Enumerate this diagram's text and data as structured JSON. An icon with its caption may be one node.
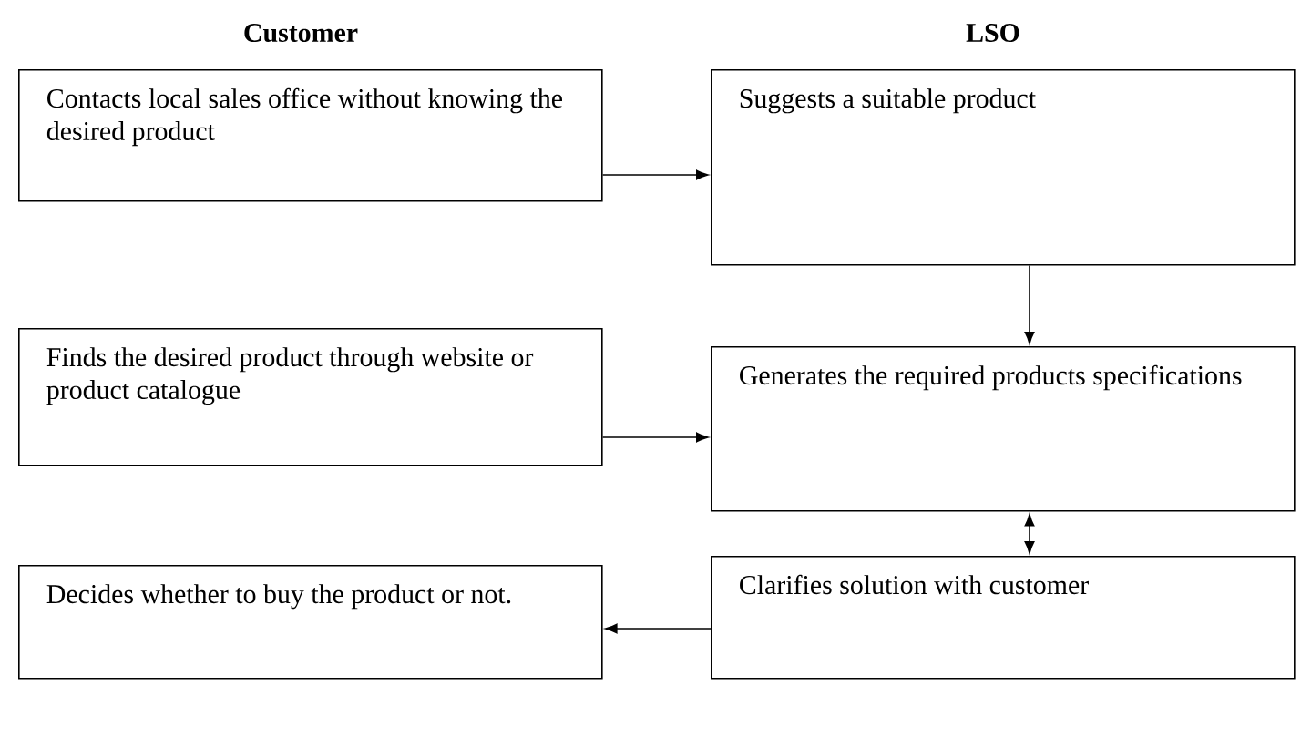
{
  "diagram": {
    "nodes": [
      {
        "text": [
          "Contacts local sales office without knowing the desired product"
        ]
      },
      {
        "text": [
          "Suggests a suitable product"
        ]
      },
      {
        "text": [
          "Finds the desired product through website or product catalogue"
        ]
      },
      {
        "text": [
          "Generates the required products specifications"
        ]
      },
      {
        "text": [
          "Decides whether to buy the product or not."
        ]
      },
      {
        "text": [
          "Clarifies solution with customer"
        ]
      }
    ],
    "edges": [
      {
        "from": 0,
        "to": 1,
        "arrow": "to"
      },
      {
        "from": 1,
        "to": 3,
        "arrow": "to"
      },
      {
        "from": 2,
        "to": 3,
        "arrow": "to"
      },
      {
        "from": 3,
        "to": 5,
        "arrow": "both"
      },
      {
        "from": 5,
        "to": 4,
        "arrow": "to"
      }
    ],
    "labels": [
      "Customer",
      "LSO"
    ]
  }
}
